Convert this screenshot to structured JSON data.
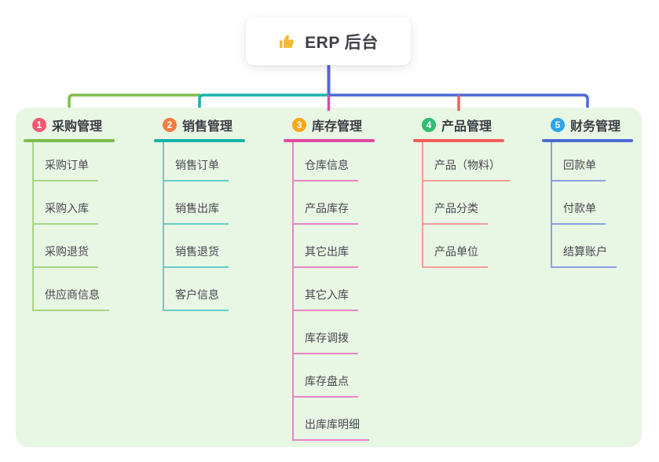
{
  "root": {
    "icon": "thumbs-up",
    "title": "ERP 后台"
  },
  "colors": {
    "panel_bg": "#e8f6e4",
    "stem": "#5767d4",
    "root_bg": "#ffffff",
    "thumb_yellow": "#f7b733"
  },
  "branches": [
    {
      "num": "1",
      "title": "采购管理",
      "color": "#7dbd4c",
      "light": "#a9d582",
      "badge": "#f15a72",
      "children": [
        "采购订单",
        "采购入库",
        "采购退货",
        "供应商信息"
      ]
    },
    {
      "num": "2",
      "title": "销售管理",
      "color": "#16b3aa",
      "light": "#63cdc6",
      "badge": "#f57d3e",
      "children": [
        "销售订单",
        "销售出库",
        "销售退货",
        "客户信息"
      ]
    },
    {
      "num": "3",
      "title": "库存管理",
      "color": "#dd4ba2",
      "light": "#ea82c1",
      "badge": "#f6a71c",
      "children": [
        "仓库信息",
        "产品库存",
        "其它出库",
        "其它入库",
        "库存调拨",
        "库存盘点",
        "出库库明细"
      ]
    },
    {
      "num": "4",
      "title": "产品管理",
      "color": "#f25f58",
      "light": "#f89b95",
      "badge": "#2dbe72",
      "children": [
        "产品（物料）",
        "产品分类",
        "产品单位"
      ]
    },
    {
      "num": "5",
      "title": "财务管理",
      "color": "#4c6ad5",
      "light": "#8ba1e0",
      "badge": "#2ca4e9",
      "children": [
        "回款单",
        "付款单",
        "结算账户"
      ]
    }
  ]
}
